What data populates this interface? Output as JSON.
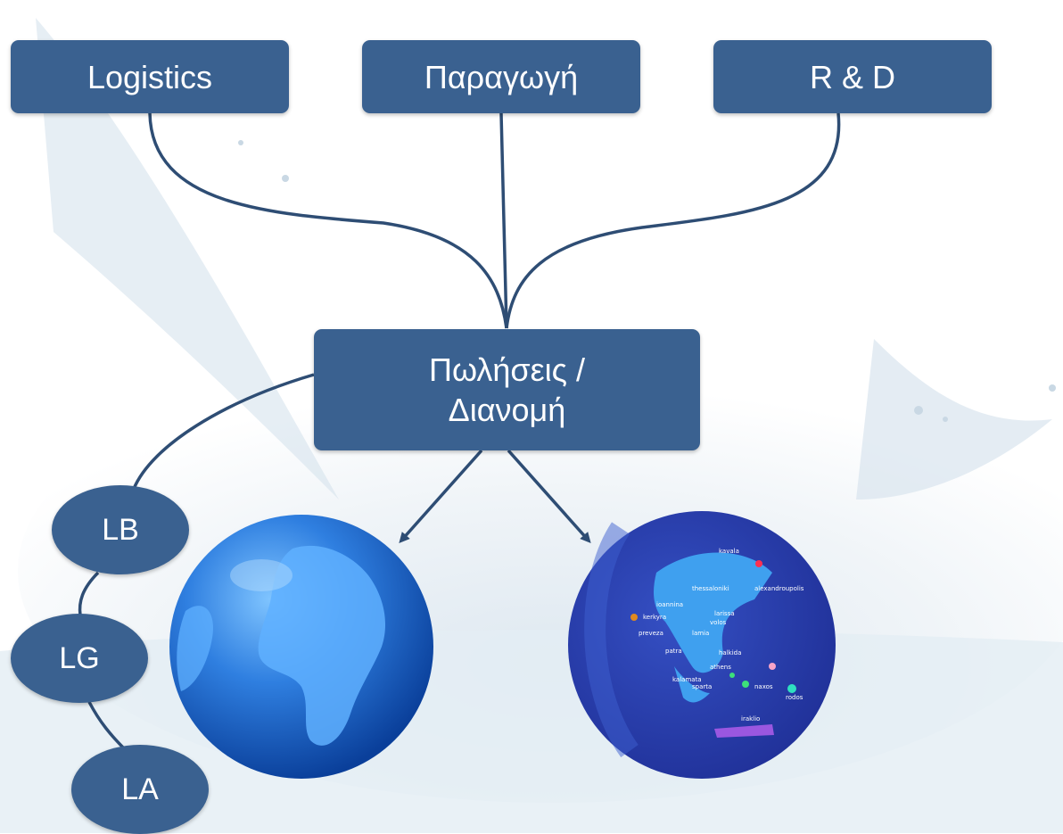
{
  "colors": {
    "box_fill": "#3a6190",
    "connector": "#2e4d74",
    "text": "#ffffff",
    "globe_blue": "#2d6fd8",
    "greece_disc": "#2a3fb0"
  },
  "top_boxes": [
    {
      "label": "Logistics"
    },
    {
      "label": "Παραγωγή"
    },
    {
      "label": "R & D"
    }
  ],
  "center_box": {
    "label": "Πωλήσεις /\nΔιανομή"
  },
  "chain_nodes": [
    {
      "label": "LB"
    },
    {
      "label": "LG"
    },
    {
      "label": "LA"
    }
  ],
  "greece_map_labels": [
    "kavala",
    "thessaloniki",
    "alexandroupolis",
    "ioannina",
    "larissa",
    "kerkyra",
    "volos",
    "preveza",
    "lamia",
    "patra",
    "halkida",
    "athens",
    "kalamata",
    "sparta",
    "naxos",
    "rodos",
    "iraklio"
  ],
  "icons": {
    "world": "globe-icon",
    "greece": "greece-map-icon"
  }
}
